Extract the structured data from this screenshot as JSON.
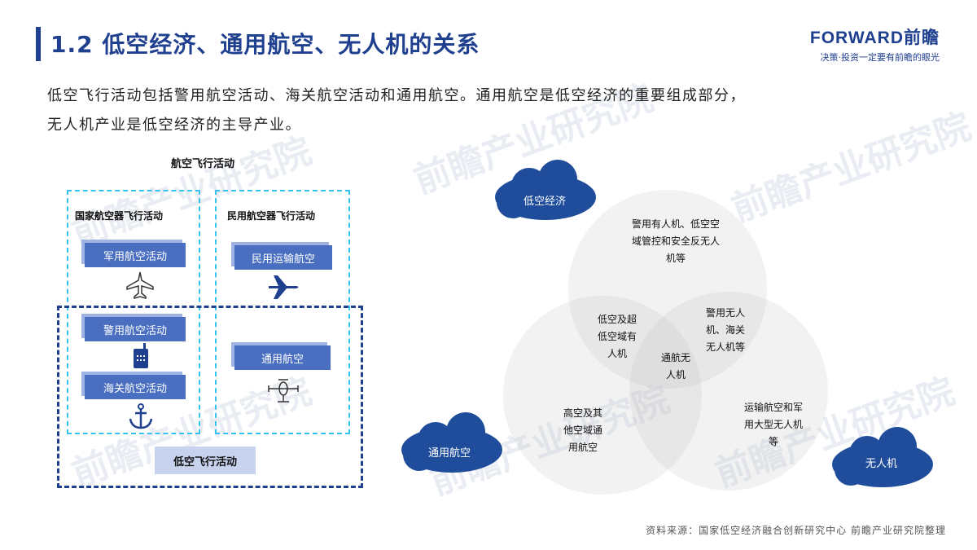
{
  "header": {
    "title": "1.2 低空经济、通用航空、无人机的关系",
    "brand_logo": "FORWARD前瞻",
    "brand_slogan": "决策·投资一定要有前瞻的眼光"
  },
  "intro": {
    "line1": "低空飞行活动包括警用航空活动、海关航空活动和通用航空。通用航空是低空经济的重要组成部分，",
    "line2": "无人机产业是低空经济的主导产业。"
  },
  "left_diagram": {
    "title": "航空飞行活动",
    "state_label": "国家航空器飞行活动",
    "civil_label": "民用航空器飞行活动",
    "items": {
      "military": "军用航空活动",
      "civil_transport": "民用运输航空",
      "police": "警用航空活动",
      "customs": "海关航空活动",
      "general": "通用航空"
    },
    "bottom_label": "低空飞行活动",
    "icons": [
      "jet-plane-icon",
      "airplane-icon",
      "radio-icon",
      "anchor-icon",
      "propeller-plane-icon"
    ]
  },
  "venn": {
    "clouds": {
      "low_altitude": "低空经济",
      "general_aviation": "通用航空",
      "drone": "无人机"
    },
    "regions": {
      "top": [
        "警用有人机、低空空",
        "域管控和安全反无人",
        "机等"
      ],
      "left_top": [
        "低空及超",
        "低空域有",
        "人机"
      ],
      "right_top": [
        "警用无人",
        "机、海关",
        "无人机等"
      ],
      "center": [
        "通航无",
        "人机"
      ],
      "left": [
        "高空及其",
        "他空域通",
        "用航空"
      ],
      "right": [
        "运输航空和军",
        "用大型无人机",
        "等"
      ]
    }
  },
  "watermark": "前瞻产业研究院",
  "source": "资料来源：国家低空经济融合创新研究中心  前瞻产业研究院整理"
}
